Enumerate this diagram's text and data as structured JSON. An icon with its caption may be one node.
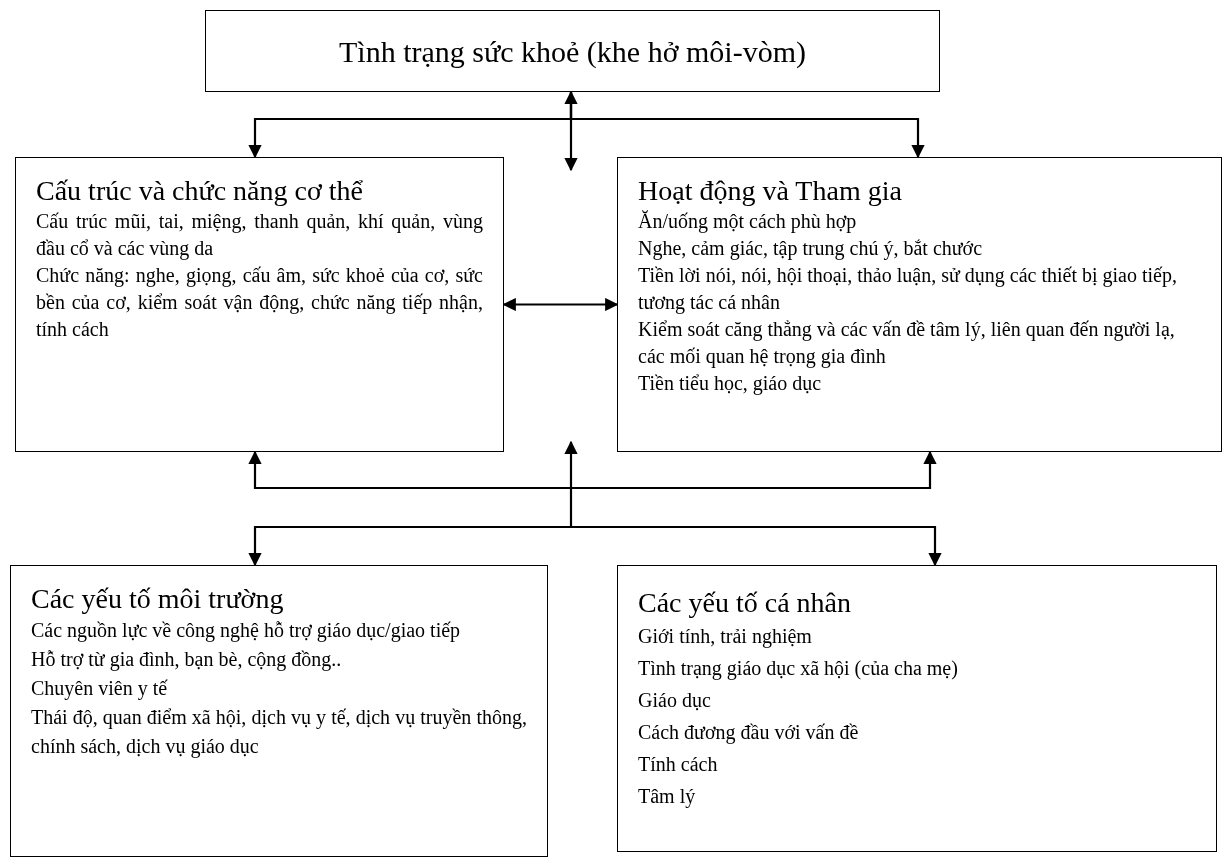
{
  "diagram": {
    "nodes": [
      {
        "text": [
          "Tình trạng sức khoẻ (khe hở môi-vòm)"
        ]
      },
      {
        "text": [
          "Cấu trúc và chức năng cơ thể",
          "Cấu trúc mũi, tai, miệng, thanh quản, khí quản, vùng đầu cổ và các vùng da",
          "Chức năng: nghe, giọng, cấu âm, sức khoẻ của cơ, sức bền của cơ, kiểm soát vận động, chức năng tiếp nhận, tính cách"
        ]
      },
      {
        "text": [
          "Hoạt động và Tham gia",
          "Ăn/uống một cách phù hợp",
          "Nghe, cảm giác, tập trung chú ý, bắt chước",
          "Tiền lời nói, nói, hội thoại, thảo luận, sử dụng các thiết bị giao tiếp, tương tác cá nhân",
          "Kiểm soát căng thẳng và các vấn đề tâm lý, liên quan đến người lạ, các mối quan hệ trọng gia đình",
          "Tiền tiểu học, giáo dục"
        ]
      },
      {
        "text": [
          "Các yếu tố môi trường",
          "Các nguồn lực về công nghệ hỗ trợ giáo dục/giao tiếp",
          "Hỗ trợ từ gia đình, bạn bè, cộng đồng..",
          "Chuyên viên y tế",
          "Thái độ, quan điểm xã hội, dịch vụ y tế, dịch vụ truyền thông, chính sách, dịch vụ giáo dục"
        ]
      },
      {
        "text": [
          "Các yếu tố cá nhân",
          "Giới tính, trải nghiệm",
          "Tình trạng giáo dục xã hội (của cha mẹ)",
          "Giáo dục",
          "Cách đương đầu với vấn đề",
          "Tính cách",
          "Tâm lý"
        ]
      }
    ],
    "edges": [
      {
        "from": 0,
        "to": 1,
        "arrow": "to"
      },
      {
        "from": 0,
        "to": 2,
        "arrow": "to"
      },
      {
        "from": null,
        "to": 0,
        "arrow": "both"
      },
      {
        "from": null,
        "to": 1,
        "arrow": "to"
      },
      {
        "from": null,
        "to": 2,
        "arrow": "to"
      },
      {
        "from": null,
        "to": 3,
        "arrow": "to"
      },
      {
        "from": null,
        "to": 4,
        "arrow": "to"
      },
      {
        "from": 1,
        "to": 2,
        "arrow": "both"
      }
    ]
  }
}
